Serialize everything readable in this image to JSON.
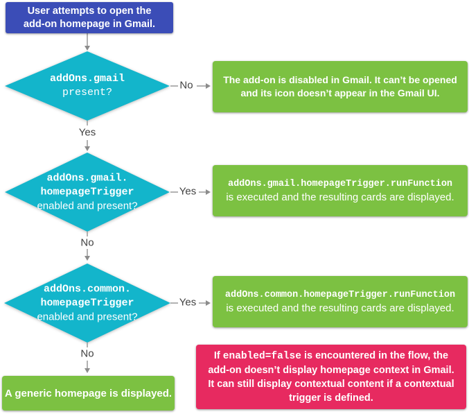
{
  "palette": {
    "start_bg": "#3b4db7",
    "decision_bg": "#13b5cb",
    "outcome_bg": "#7cc142",
    "note_bg": "#e72a60",
    "connector": "#9e9e9e",
    "connector_head": "#8c8c8c",
    "label_text": "#424242"
  },
  "nodes": {
    "start": {
      "label": "User attempts to open the add-on homepage in Gmail."
    },
    "decision1": {
      "code_line1": "addOns.gmail",
      "code_line2": "present?"
    },
    "decision2": {
      "code_line1": "addOns.gmail.",
      "code_line2": "homepageTrigger",
      "plain_line": "enabled and present?"
    },
    "decision3": {
      "code_line1": "addOns.common.",
      "code_line2": "homepageTrigger",
      "plain_line": "enabled and present?"
    },
    "outcome_disabled": {
      "text": "The add-on is disabled in Gmail. It can’t be opened and its icon doesn’t appear in the Gmail UI."
    },
    "outcome_gmail_trigger": {
      "code": "addOns.gmail.homepageTrigger.runFunction",
      "text": "is executed and the resulting cards are displayed."
    },
    "outcome_common_trigger": {
      "code": "addOns.common.homepageTrigger.runFunction",
      "text": "is executed and the resulting cards are displayed."
    },
    "outcome_generic": {
      "text": "A generic homepage is displayed."
    },
    "note": {
      "prefix": "If ",
      "code": "enabled=false",
      "suffix": " is encountered in the flow, the add-on doesn’t display homepage context in Gmail. It can still display contextual content if a contextual trigger is defined."
    }
  },
  "edges": {
    "no1": "No",
    "yes1": "Yes",
    "yes2": "Yes",
    "no2": "No",
    "yes3": "Yes",
    "no3": "No"
  }
}
